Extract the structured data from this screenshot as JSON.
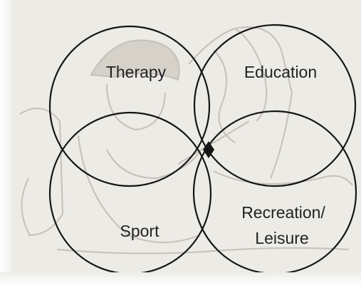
{
  "diagram": {
    "circles": [
      {
        "label": "Therapy"
      },
      {
        "label": "Education"
      },
      {
        "label": "Sport"
      },
      {
        "label_lines": [
          "Recreation/",
          "Leisure"
        ]
      }
    ]
  },
  "colors": {
    "line": "#151515",
    "background": "#ecebe6",
    "sketch": "#b9b4ab"
  }
}
